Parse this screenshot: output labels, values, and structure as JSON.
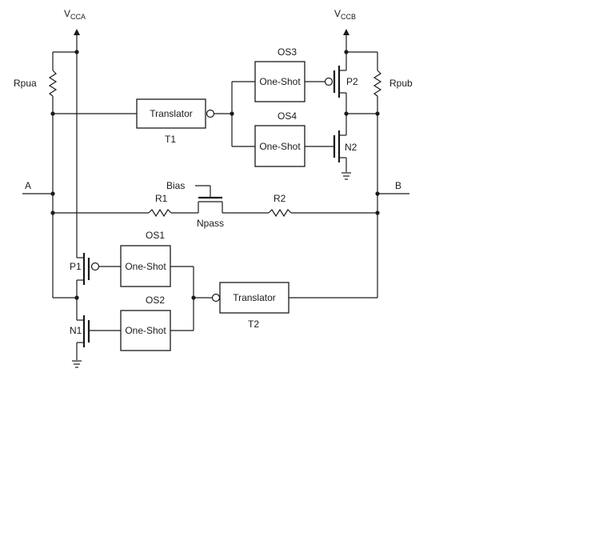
{
  "supplies": {
    "vcca": "V",
    "vcca_sub": "CCA",
    "vccb": "V",
    "vccb_sub": "CCB"
  },
  "ports": {
    "a": "A",
    "b": "B"
  },
  "resistors": {
    "rpua": "Rpua",
    "rpub": "Rpub",
    "r1": "R1",
    "r2": "R2"
  },
  "transistors": {
    "p1": "P1",
    "n1": "N1",
    "p2": "P2",
    "n2": "N2",
    "npass": "Npass"
  },
  "bias": "Bias",
  "blocks": {
    "translator_label": "Translator",
    "t1": "T1",
    "t2": "T2",
    "oneshot_label": "One-Shot",
    "os1": "OS1",
    "os2": "OS2",
    "os3": "OS3",
    "os4": "OS4"
  }
}
